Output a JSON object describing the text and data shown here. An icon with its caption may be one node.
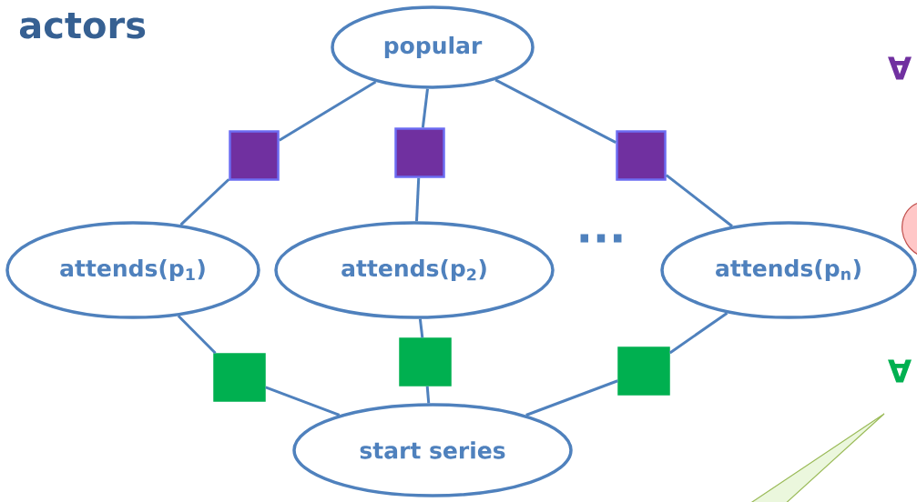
{
  "diagram": {
    "title": "actors",
    "nodes": [
      {
        "text": [
          "popular"
        ]
      },
      {
        "text": [],
        "shape": "box"
      },
      {
        "text": [],
        "shape": "box"
      },
      {
        "text": [],
        "shape": "box"
      },
      {
        "text": [
          "attends(p$_{1}$)"
        ]
      },
      {
        "text": [
          "attends(p$_{2}$)"
        ]
      },
      {
        "text": [
          "attends(p$_{n}$)"
        ]
      },
      {
        "text": [],
        "shape": "box"
      },
      {
        "text": [],
        "shape": "box"
      },
      {
        "text": [],
        "shape": "box"
      },
      {
        "text": [
          "start series"
        ]
      }
    ],
    "edges": [
      {
        "from": 0,
        "to": 1,
        "arrow": "none"
      },
      {
        "from": 0,
        "to": 2,
        "arrow": "none"
      },
      {
        "from": 0,
        "to": 3,
        "arrow": "none"
      },
      {
        "from": 1,
        "to": 4,
        "arrow": "none"
      },
      {
        "from": 2,
        "to": 5,
        "arrow": "none"
      },
      {
        "from": 3,
        "to": 6,
        "arrow": "none"
      },
      {
        "from": 4,
        "to": 7,
        "arrow": "none"
      },
      {
        "from": 5,
        "to": 8,
        "arrow": "none"
      },
      {
        "from": 6,
        "to": 9,
        "arrow": "none"
      },
      {
        "from": 7,
        "to": 10,
        "arrow": "none"
      },
      {
        "from": 8,
        "to": 10,
        "arrow": "none"
      },
      {
        "from": 9,
        "to": 10,
        "arrow": "none"
      }
    ],
    "labels": [
      "...",
      "∀",
      "∀"
    ]
  }
}
